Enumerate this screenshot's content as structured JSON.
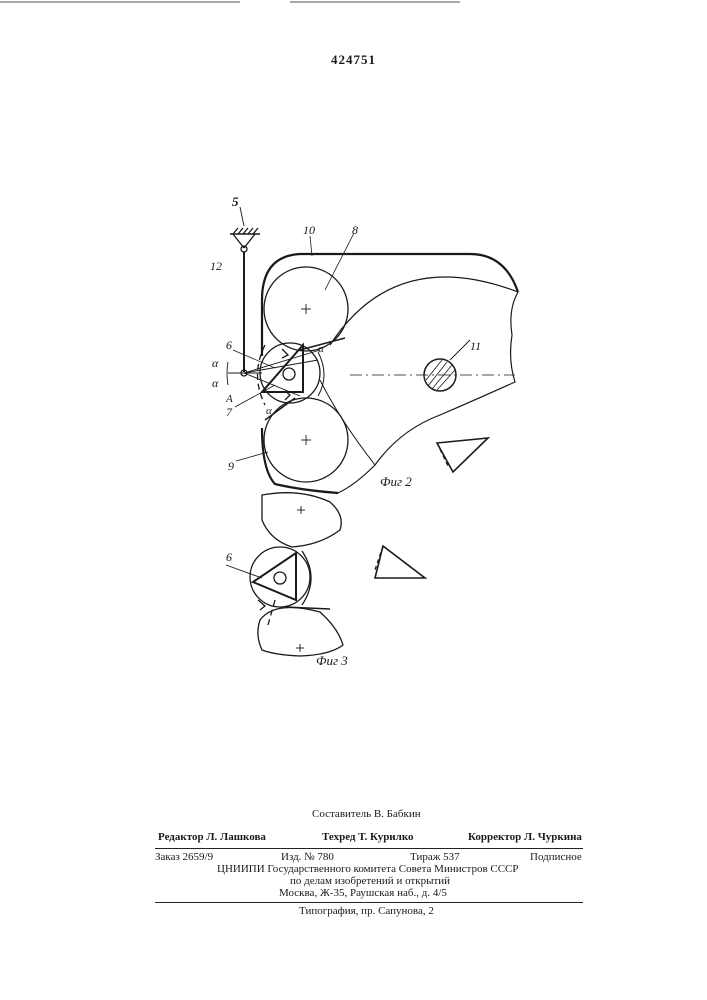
{
  "patent_number": "424751",
  "figure_labels": {
    "fig2": "Фиг 2",
    "fig3": "Фиг 3"
  },
  "reference_labels": {
    "r5": "5",
    "r12": "12",
    "r10": "10",
    "r8": "8",
    "r11": "11",
    "r6a": "6",
    "r6b": "6",
    "r7": "7",
    "r9": "9",
    "rA": "A",
    "alpha1": "α",
    "alpha2": "α",
    "alpha3": "α",
    "alpha4": "α"
  },
  "credits": {
    "compiler": "Составитель В. Бабкин",
    "editor": "Редактор Л. Лашкова",
    "techred": "Техред Т. Курилко",
    "corrector": "Корректор Л. Чуркина",
    "order": "Заказ 2659/9",
    "edition": "Изд. № 780",
    "circulation": "Тираж 537",
    "subscription": "Подписное",
    "institute_line1": "ЦНИИПИ Государственного комитета Совета Министров СССР",
    "institute_line2": "по делам изобретений и открытий",
    "institute_line3": "Москва, Ж-35, Раушская наб., д. 4/5",
    "printer": "Типография, пр. Сапунова, 2"
  }
}
